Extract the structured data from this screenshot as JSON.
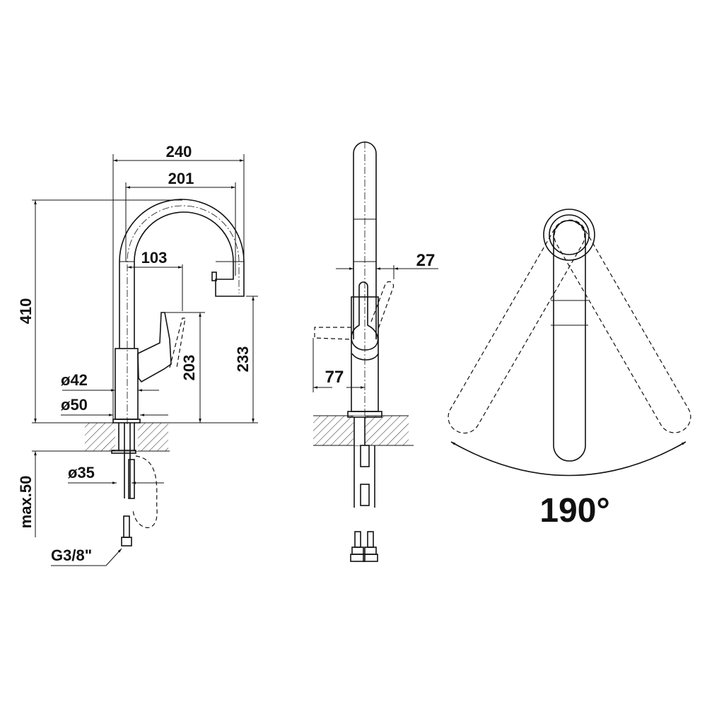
{
  "side_view": {
    "width_total": "240",
    "spout_reach": "201",
    "height_total": "410",
    "lever_reach": "103",
    "lever_height": "203",
    "outlet_height": "233",
    "body_diameter": "ø42",
    "base_diameter": "ø50",
    "countertop_thickness": "max.50",
    "hole_diameter": "ø35",
    "connection_thread": "G3/8\""
  },
  "front_view": {
    "spout_width": "27",
    "lever_offset": "77"
  },
  "top_view": {
    "swivel_angle": "190°"
  },
  "colors": {
    "line": "#111111",
    "background": "#ffffff"
  }
}
